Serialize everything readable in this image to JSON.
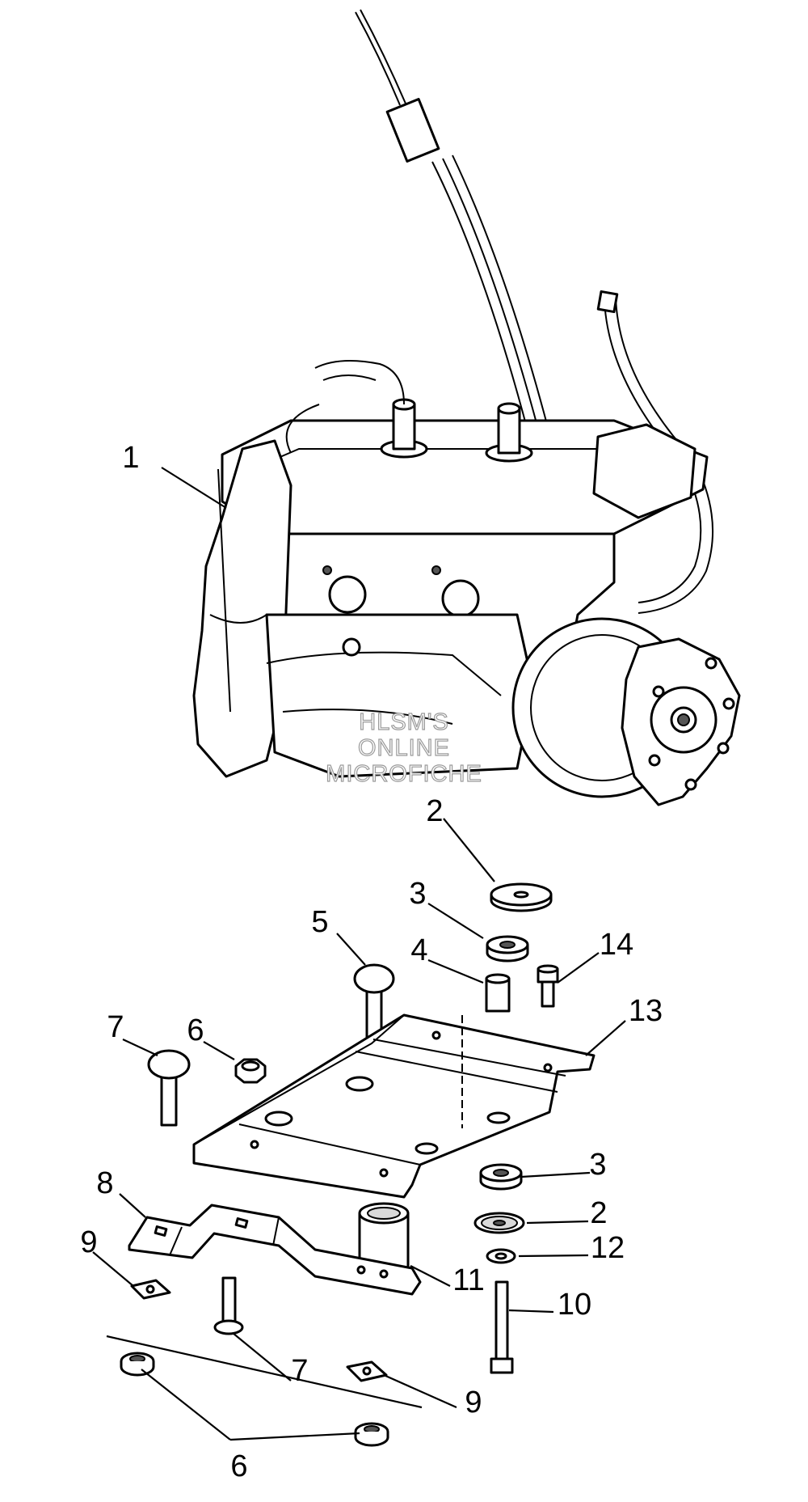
{
  "callouts": [
    {
      "id": "c1",
      "label": "1"
    },
    {
      "id": "c2a",
      "label": "2"
    },
    {
      "id": "c3a",
      "label": "3"
    },
    {
      "id": "c4",
      "label": "4"
    },
    {
      "id": "c5",
      "label": "5"
    },
    {
      "id": "c14",
      "label": "14"
    },
    {
      "id": "c7a",
      "label": "7"
    },
    {
      "id": "c6a",
      "label": "6"
    },
    {
      "id": "c13",
      "label": "13"
    },
    {
      "id": "c3b",
      "label": "3"
    },
    {
      "id": "c8",
      "label": "8"
    },
    {
      "id": "c2b",
      "label": "2"
    },
    {
      "id": "c9a",
      "label": "9"
    },
    {
      "id": "c12",
      "label": "12"
    },
    {
      "id": "c11",
      "label": "11"
    },
    {
      "id": "c10",
      "label": "10"
    },
    {
      "id": "c7b",
      "label": "7"
    },
    {
      "id": "c9b",
      "label": "9"
    },
    {
      "id": "c6b",
      "label": "6"
    }
  ],
  "watermark": [
    "HLSM'S",
    "ONLINE",
    "MICROFICHE"
  ]
}
